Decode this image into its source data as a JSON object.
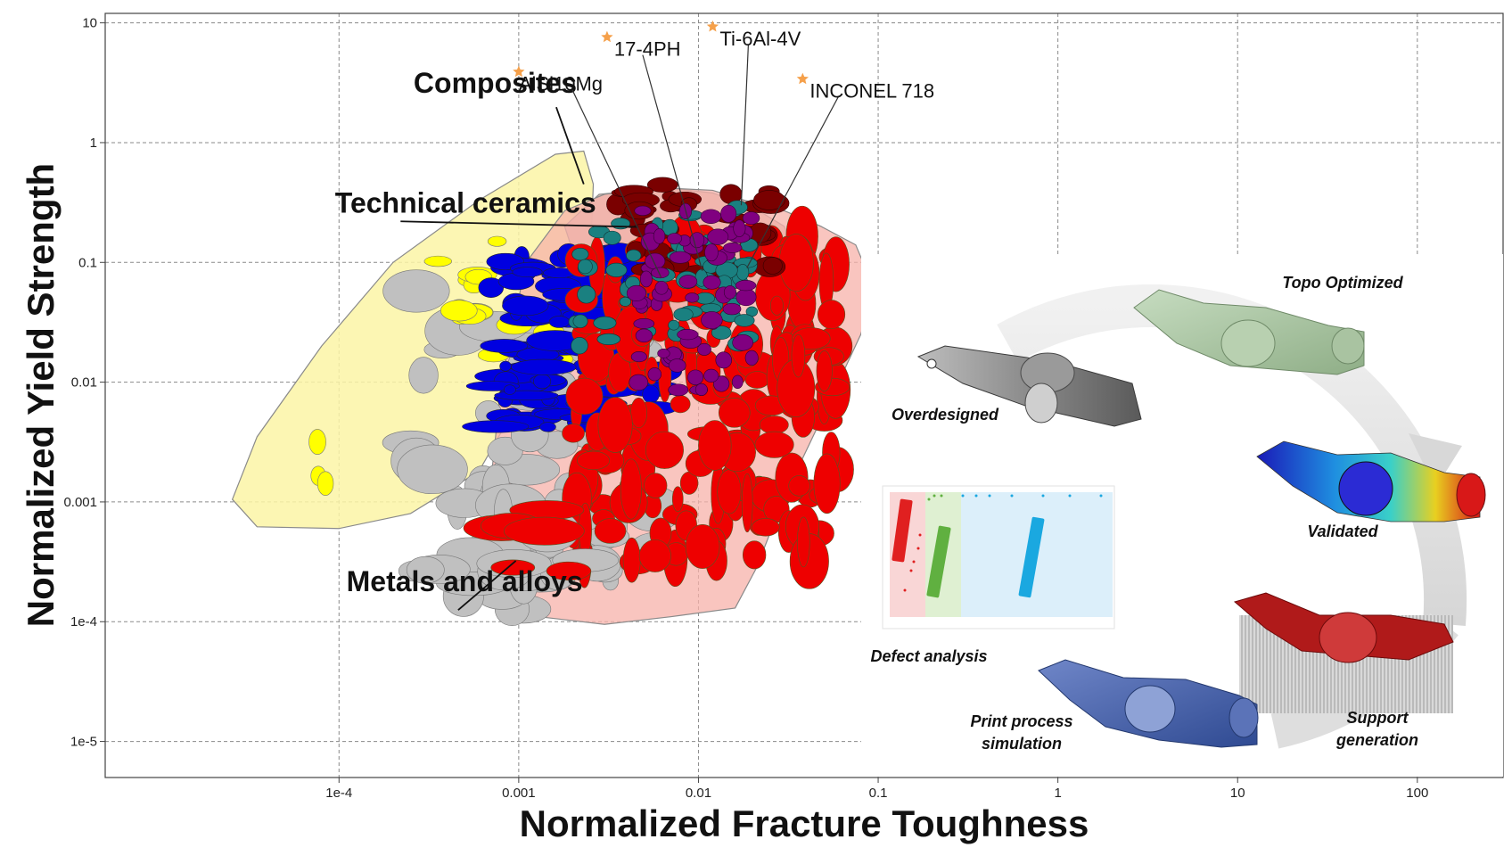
{
  "chart_data": {
    "type": "scatter",
    "title": "",
    "xlabel": "Normalized Fracture Toughness",
    "ylabel": "Normalized Yield Strength",
    "x_scale": "log",
    "y_scale": "log",
    "xlim": [
      5e-06,
      300
    ],
    "ylim": [
      5e-06,
      12
    ],
    "grid": true,
    "x_ticks": [
      {
        "value": 0.0001,
        "label": "1e-4"
      },
      {
        "value": 0.001,
        "label": "0.001"
      },
      {
        "value": 0.01,
        "label": "0.01"
      },
      {
        "value": 0.1,
        "label": "0.1"
      },
      {
        "value": 1,
        "label": "1"
      },
      {
        "value": 10,
        "label": "10"
      },
      {
        "value": 100,
        "label": "100"
      }
    ],
    "y_ticks": [
      {
        "value": 10,
        "label": "10"
      },
      {
        "value": 1,
        "label": "1"
      },
      {
        "value": 0.1,
        "label": "0.1"
      },
      {
        "value": 0.01,
        "label": "0.01"
      },
      {
        "value": 0.001,
        "label": "0.001"
      },
      {
        "value": 0.0001,
        "label": "1e-4"
      },
      {
        "value": 1e-05,
        "label": "1e-5"
      }
    ],
    "family_labels": [
      {
        "text": "Composites",
        "x": 0.00026,
        "y": 2.6,
        "lx": 0.0023,
        "ly": 0.45
      },
      {
        "text": "Technical ceramics",
        "x": 9.5e-05,
        "y": 0.26,
        "lx": 0.00022,
        "ly": 0.22
      },
      {
        "text": "Metals and alloys",
        "x": 0.00011,
        "y": 0.00018,
        "lx": 0.00046,
        "ly": 0.000125
      }
    ],
    "highlighted_alloys": [
      {
        "name": "AlSi10Mg",
        "x": 0.001,
        "y": 3.9,
        "lx": 0.0062,
        "ly": 0.075
      },
      {
        "name": "17-4PH",
        "x": 0.0031,
        "y": 7.6,
        "lx": 0.0105,
        "ly": 0.085
      },
      {
        "name": "Ti-6Al-4V",
        "x": 0.012,
        "y": 9.3,
        "lx": 0.0173,
        "ly": 0.3
      },
      {
        "name": "INCONEL 718",
        "x": 0.038,
        "y": 3.4,
        "lx": 0.0186,
        "ly": 0.09
      }
    ],
    "colors": {
      "ceramics_region": "#fbf4a6",
      "composites_region": "#d9b7ae",
      "metals_region": "#f7b1aa",
      "technical_ceramics": "#c0c0c0",
      "yellow_ceramics": "#ffff00",
      "blue_materials": "#0000e0",
      "red_metals": "#ee0000",
      "darkred_composites": "#7a0000",
      "teal_materials": "#1a8080",
      "purple_materials": "#800080",
      "alloy_star": "#f5a04a"
    }
  },
  "workflow": {
    "steps": [
      {
        "label": "Topo Optimized"
      },
      {
        "label": "Overdesigned"
      },
      {
        "label": "Validated"
      },
      {
        "label": "Defect analysis"
      },
      {
        "label": "Support generation"
      },
      {
        "label": "Print process simulation"
      }
    ]
  }
}
